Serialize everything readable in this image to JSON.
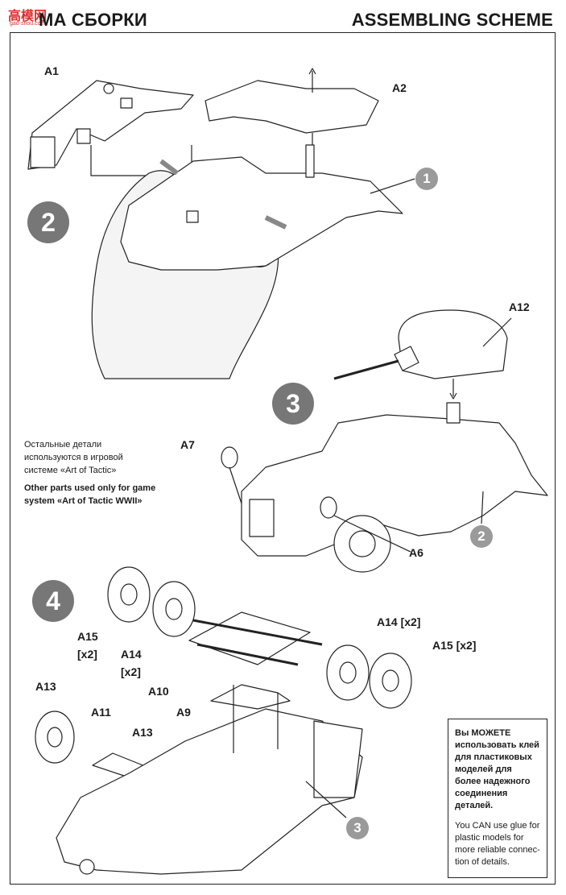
{
  "header": {
    "title_ru": "МА СБОРКИ",
    "title_en": "ASSEMBLING SCHEME",
    "logo_text": "高模网",
    "logo_url": "gao-shou.com"
  },
  "steps": [
    "2",
    "3",
    "4"
  ],
  "references": [
    "1",
    "2",
    "3"
  ],
  "part_labels": {
    "a1": "A1",
    "a2": "A2",
    "a12": "A12",
    "a7": "A7",
    "a6": "A6",
    "a15_left": "A15",
    "a15_left_qty": "[x2]",
    "a14_left": "A14",
    "a14_left_qty": "[x2]",
    "a14_right": "A14 [x2]",
    "a15_right": "A15 [x2]",
    "a10": "A10",
    "a9": "A9",
    "a11": "A11",
    "a13_left": "A13",
    "a13_mid": "A13"
  },
  "notes": {
    "ru": "Остальные детали используются в игровой системе «Art of Tactic»",
    "en": "Other parts used only for game system «Art of Tactic WWII»"
  },
  "glue_box": {
    "ru": "Вы МОЖЕТЕ использовать клей для пластиковых моделей для более надежного соединения деталей.",
    "en": "You CAN use glue for plastic models for more reliable connec-tion of details."
  },
  "colors": {
    "step_circle": "#777777",
    "ref_circle": "#9a9a9a",
    "line": "#222222"
  }
}
